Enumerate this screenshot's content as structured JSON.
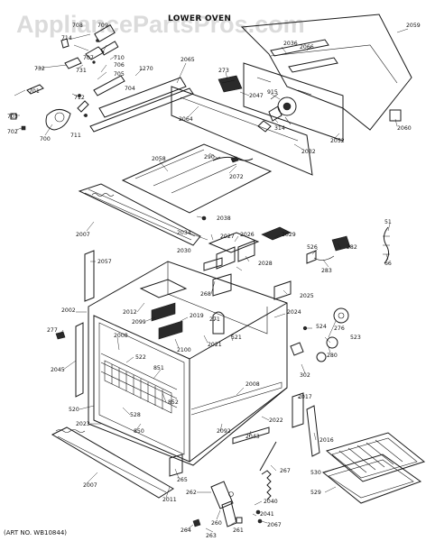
{
  "watermark": "AppliancePartsPros.com",
  "title": "LOWER OVEN",
  "art_no": "(ART NO. WB10844)",
  "callouts": {
    "c714": "714",
    "c708": "708",
    "c709": "709",
    "c710": "710",
    "c707": "707",
    "c705": "705",
    "c706": "706",
    "c704": "704",
    "c1270": "1270",
    "c2065": "2065",
    "c732": "732",
    "c731": "731",
    "c712": "712",
    "c701": "701",
    "c703": "703",
    "c702": "702",
    "c700": "700",
    "c711": "711",
    "c2036": "2036",
    "c2066": "2066",
    "c2059": "2059",
    "c273": "273",
    "c2047": "2047",
    "c915": "915",
    "c314": "314",
    "c2064": "2064",
    "c2032": "2032",
    "c2052": "2052",
    "c2060": "2060",
    "c290": "290",
    "c2072": "2072",
    "c2058": "2058",
    "c2007a": "2007",
    "c2038": "2038",
    "c2034": "2034",
    "c2027": "2027",
    "c2026": "2026",
    "c2029": "2029",
    "c2028": "2028",
    "c2030": "2030",
    "c2057": "2057",
    "c526": "526",
    "c282": "282",
    "c51": "51",
    "c283": "283",
    "c66": "66",
    "c268": "268",
    "c2025": "2025",
    "c2012": "2012",
    "c2099": "2099",
    "c2019": "2019",
    "c271": "271",
    "c2002": "2002",
    "c277": "277",
    "c2024": "2024",
    "c524": "524",
    "c2100": "2100",
    "c2021": "2021",
    "c521": "521",
    "c276": "276",
    "c2008": "2008",
    "c522": "522",
    "c851": "851",
    "c523": "523",
    "c280": "280",
    "c2045": "2045",
    "c302": "302",
    "c2008b": "2008",
    "c2017": "2017",
    "c852": "852",
    "c520": "520",
    "c528": "528",
    "c2023": "2023",
    "c850": "850",
    "c2092": "2092",
    "c2022": "2022",
    "c2043": "2043",
    "c2016": "2016",
    "c2007b": "2007",
    "c267": "267",
    "c265": "265",
    "c530": "530",
    "c2011": "2011",
    "c529": "529",
    "c262": "262",
    "c260": "260",
    "c2040": "2040",
    "c2041": "2041",
    "c261": "261",
    "c2067": "2067",
    "c264": "264",
    "c263": "263"
  }
}
